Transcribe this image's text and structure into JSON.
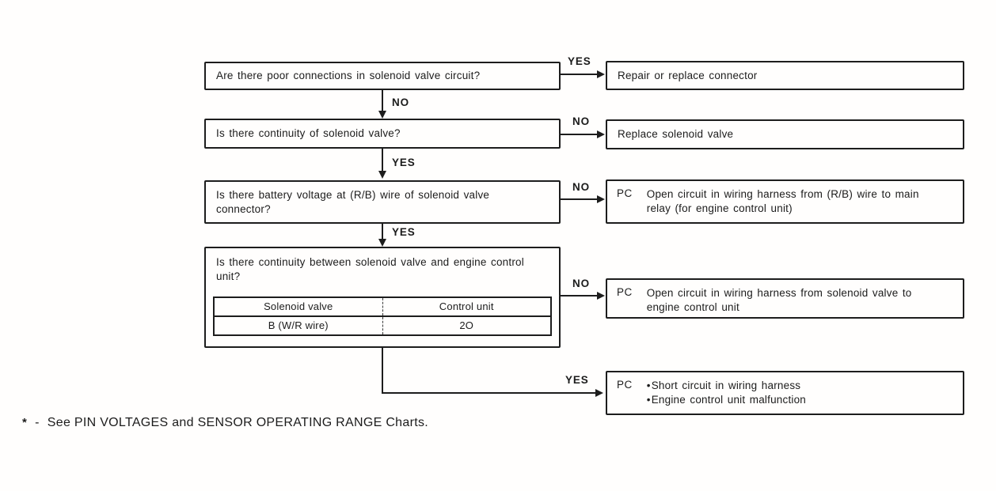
{
  "flow": {
    "questions": [
      {
        "text": "Are there poor connections in solenoid valve circuit?"
      },
      {
        "text": "Is there continuity of solenoid valve?"
      },
      {
        "text": "Is there battery voltage at (R/B) wire of solenoid valve connector?"
      },
      {
        "text": "Is there continuity between solenoid valve and engine control unit?"
      }
    ],
    "actions": [
      {
        "text": "Repair or replace connector"
      },
      {
        "text": "Replace solenoid valve"
      },
      {
        "prefix": "PC",
        "text": "Open circuit in wiring harness from (R/B) wire to main relay (for engine control unit)"
      },
      {
        "prefix": "PC",
        "text": "Open circuit in wiring harness from solenoid valve to engine control unit"
      },
      {
        "prefix": "PC",
        "bullet": "•",
        "items": [
          "Short circuit in wiring harness",
          "Engine control unit malfunction"
        ]
      }
    ],
    "edges": {
      "q1_yes": "YES",
      "q1_no": "NO",
      "q2_no": "NO",
      "q2_yes": "YES",
      "q3_no": "NO",
      "q3_yes": "YES",
      "q4_no": "NO",
      "q4_yes": "YES"
    },
    "pin_table": {
      "headers": [
        "Solenoid valve",
        "Control unit"
      ],
      "rows": [
        [
          "B (W/R wire)",
          "2O"
        ]
      ]
    }
  },
  "footnote": {
    "marker": "*",
    "separator": "-",
    "text": "See PIN VOLTAGES and SENSOR OPERATING RANGE Charts."
  },
  "colors": {
    "ink": "#1d1d1d",
    "paper": "#fffefd"
  }
}
